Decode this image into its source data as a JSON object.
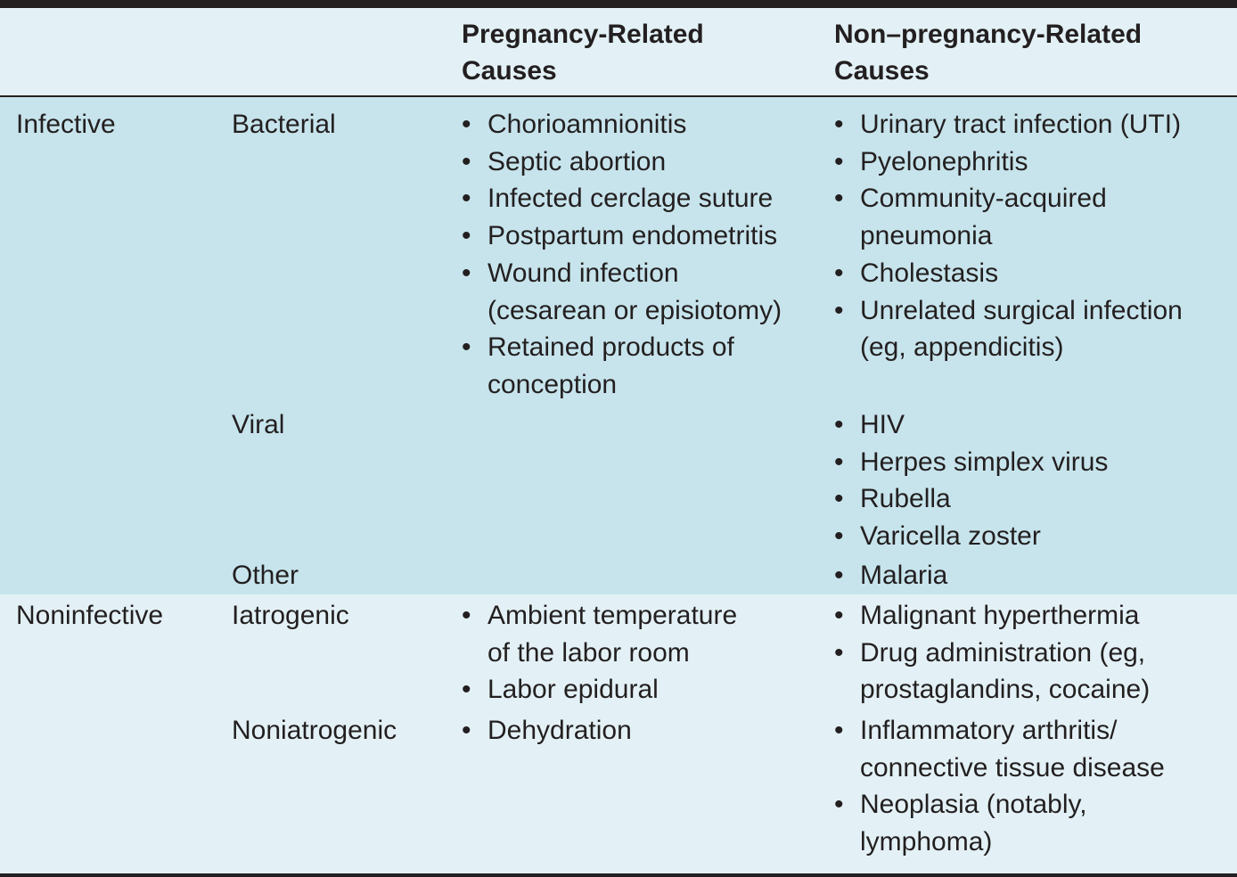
{
  "header": {
    "col3": [
      "Pregnancy-Related",
      "Causes"
    ],
    "col4": [
      "Non–pregnancy-Related",
      "Causes"
    ]
  },
  "infective": {
    "label": "Infective",
    "bacterial": {
      "label": "Bacterial",
      "pregnancy": [
        "Chorioamnionitis",
        "Septic abortion",
        "Infected cerclage suture",
        "Postpartum endometritis",
        "Wound infection\n(cesarean or episiotomy)",
        "Retained products of\nconception"
      ],
      "non_pregnancy": [
        "Urinary tract infection (UTI)",
        "Pyelonephritis",
        "Community-acquired\npneumonia",
        "Cholestasis",
        "Unrelated surgical infection\n(eg, appendicitis)"
      ]
    },
    "viral": {
      "label": "Viral",
      "non_pregnancy": [
        "HIV",
        "Herpes simplex virus",
        "Rubella",
        "Varicella zoster"
      ]
    },
    "other": {
      "label": "Other",
      "non_pregnancy": [
        "Malaria"
      ]
    }
  },
  "noninfective": {
    "label": "Noninfective",
    "iatrogenic": {
      "label": "Iatrogenic",
      "pregnancy": [
        "Ambient temperature\nof the labor room",
        "Labor epidural"
      ],
      "non_pregnancy": [
        "Malignant hyperthermia",
        "Drug administration (eg,\nprostaglandins, cocaine)"
      ]
    },
    "noniatrogenic": {
      "label": "Noniatrogenic",
      "pregnancy": [
        "Dehydration"
      ],
      "non_pregnancy": [
        "Inflammatory arthritis/\nconnective tissue disease",
        "Neoplasia (notably,\nlymphoma)"
      ]
    }
  }
}
